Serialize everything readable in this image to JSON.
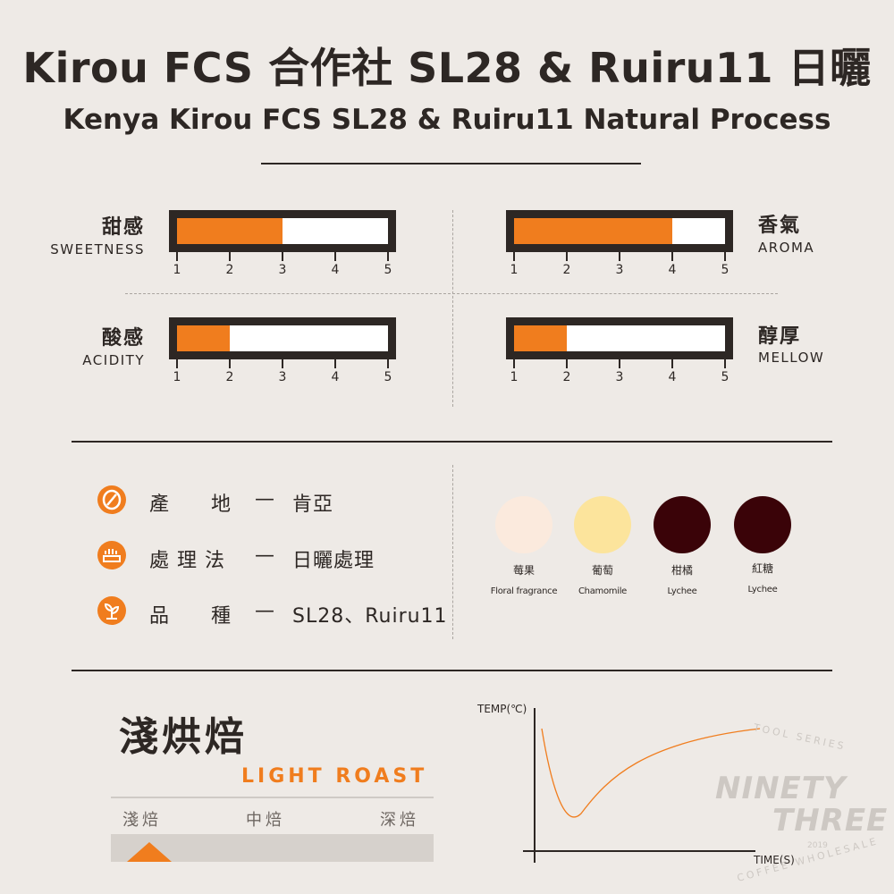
{
  "header": {
    "title": "Kirou FCS 合作社 SL28 & Ruiru11 日曬",
    "subtitle": "Kenya Kirou FCS SL28 & Ruiru11 Natural Process"
  },
  "gauges": [
    {
      "zh": "甜感",
      "en": "SWEETNESS",
      "value": 3
    },
    {
      "zh": "香氣",
      "en": "AROMA",
      "value": 4
    },
    {
      "zh": "酸感",
      "en": "ACIDITY",
      "value": 2
    },
    {
      "zh": "醇厚",
      "en": "MELLOW",
      "value": 2
    }
  ],
  "scale": [
    "1",
    "2",
    "3",
    "4",
    "5"
  ],
  "colors": {
    "accent": "#f07d1e",
    "dark": "#2d2724"
  },
  "info": [
    {
      "icon": "coffee-bean-icon",
      "label": "產　　地",
      "dash": "—",
      "value": "肯亞"
    },
    {
      "icon": "drying-bed-icon",
      "label": "處 理 法",
      "dash": "—",
      "value": "日曬處理"
    },
    {
      "icon": "plant-icon",
      "label": "品　　種",
      "dash": "—",
      "value": "SL28、Ruiru11"
    }
  ],
  "flavors": [
    {
      "zh": "莓果",
      "en": "Floral fragrance",
      "color": "#fbeadd"
    },
    {
      "zh": "葡萄",
      "en": "Chamomile",
      "color": "#fce49c"
    },
    {
      "zh": "柑橘",
      "en": "Lychee",
      "color": "#3a0308"
    },
    {
      "zh": "紅糖",
      "en": "Lychee",
      "color": "#3a0308"
    }
  ],
  "roast": {
    "zh": "淺烘焙",
    "en": "LIGHT ROAST",
    "scale": [
      "淺焙",
      "中焙",
      "深焙"
    ],
    "level": 0.12
  },
  "curve": {
    "ylabel": "TEMP(℃)",
    "xlabel": "TIME(S)"
  },
  "watermark": {
    "top": "TOOL SERIES",
    "brand1": "NINETY",
    "brand2": "THREE",
    "bottom": "COFFEE WHOLESALE",
    "year": "2019"
  }
}
